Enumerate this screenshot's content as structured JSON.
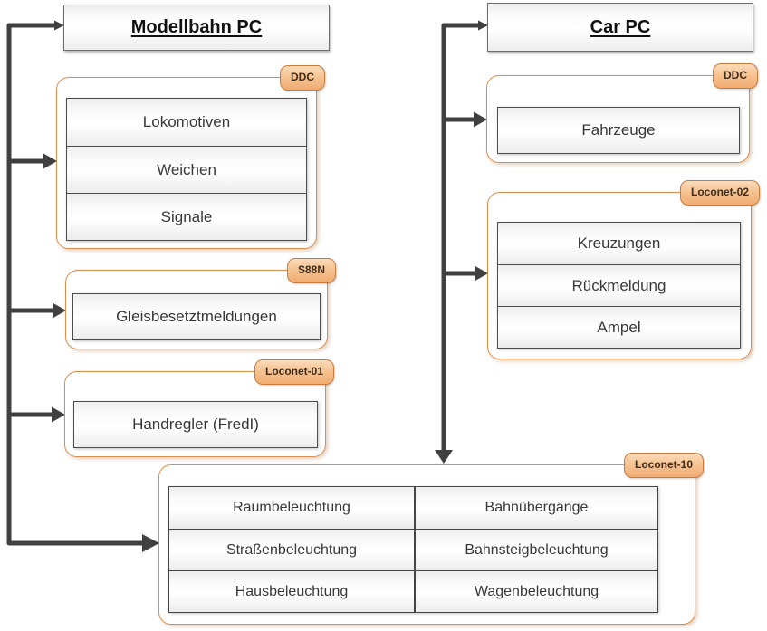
{
  "left_panel": {
    "header": "Modellbahn PC",
    "groups": [
      {
        "tag": "DDC",
        "items": [
          "Lokomotiven",
          "Weichen",
          "Signale"
        ]
      },
      {
        "tag": "S88N",
        "items": [
          "Gleisbesetztmeldungen"
        ]
      },
      {
        "tag": "Loconet-01",
        "items": [
          "Handregler (FredI)"
        ]
      }
    ]
  },
  "right_panel": {
    "header": "Car PC",
    "groups": [
      {
        "tag": "DDC",
        "items": [
          "Fahrzeuge"
        ]
      },
      {
        "tag": "Loconet-02",
        "items": [
          "Kreuzungen",
          "Rückmeldung",
          "Ampel"
        ]
      }
    ]
  },
  "bottom_panel": {
    "tag": "Loconet-10",
    "rows": [
      [
        "Raumbeleuchtung",
        "Bahnübergänge"
      ],
      [
        "Straßenbeleuchtung",
        "Bahnsteigbeleuchtung"
      ],
      [
        "Hausbeleuchtung",
        "Wagenbeleuchtung"
      ]
    ]
  },
  "colors": {
    "group_border_orange": "#d98e4f",
    "tag_fill_orange": "#f5bc88",
    "connector_gray": "#404040"
  }
}
